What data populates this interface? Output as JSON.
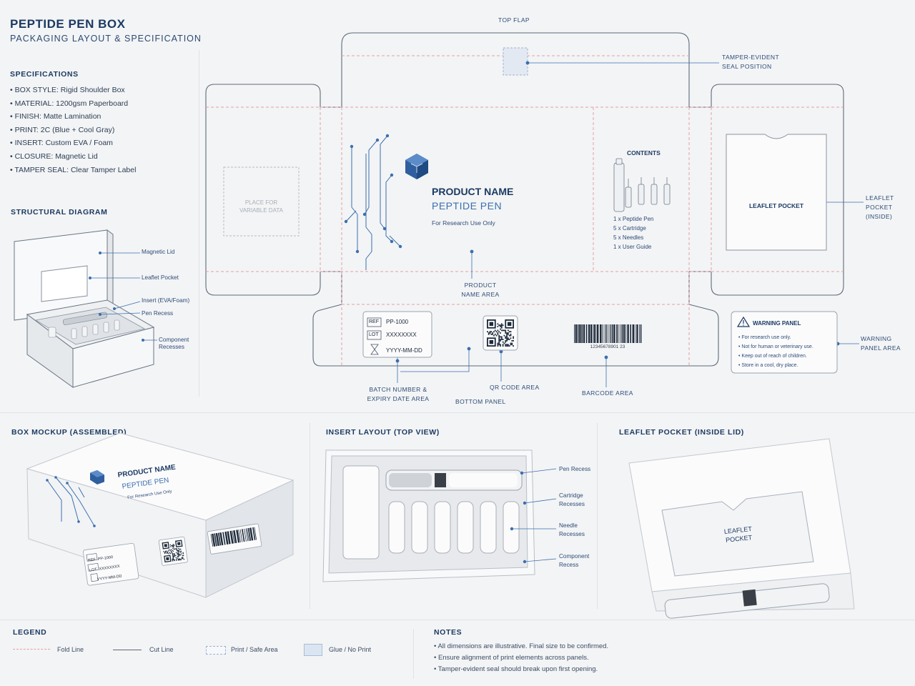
{
  "header": {
    "title": "PEPTIDE PEN BOX",
    "subtitle": "PACKAGING LAYOUT & SPECIFICATION"
  },
  "specifications": {
    "heading": "SPECIFICATIONS",
    "items": [
      "• BOX STYLE: Rigid Shoulder Box",
      "• MATERIAL: 1200gsm Paperboard",
      "• FINISH: Matte Lamination",
      "• PRINT: 2C (Blue + Cool Gray)",
      "• INSERT: Custom EVA / Foam",
      "• CLOSURE: Magnetic Lid",
      "• TAMPER SEAL: Clear Tamper Label"
    ]
  },
  "structural": {
    "heading": "STRUCTURAL DIAGRAM",
    "labels": [
      "Magnetic Lid",
      "Leaflet Pocket",
      "Insert (EVA/Foam)",
      "Pen Recess",
      "Component",
      "Recesses"
    ]
  },
  "dieline": {
    "top_flap": "TOP FLAP",
    "tamper": [
      "TAMPER-EVIDENT",
      "SEAL POSITION"
    ],
    "variable": [
      "PLACE FOR",
      "VARIABLE DATA"
    ],
    "product_name": "PRODUCT NAME",
    "product_sub": "PEPTIDE PEN",
    "research": "For Research Use Only",
    "product_area": [
      "PRODUCT",
      "NAME AREA"
    ],
    "contents_heading": "CONTENTS",
    "contents": [
      "1 x Peptide Pen",
      "5 x Cartridge",
      "5 x Needles",
      "1 x User Guide"
    ],
    "leaflet_pocket": "LEAFLET POCKET",
    "leaflet_inside": [
      "LEAFLET",
      "POCKET",
      "(INSIDE)"
    ],
    "ref_tag": "REF",
    "ref_value": "PP-1000",
    "lot_tag": "LOT",
    "lot_value": "XXXXXXXX",
    "expiry_value": "YYYY-MM-DD",
    "barcode_number": "12345678901 23",
    "batch_area": [
      "BATCH NUMBER &",
      "EXPIRY DATE AREA"
    ],
    "qr_area": "QR CODE AREA",
    "barcode_area": "BARCODE AREA",
    "bottom_panel": "BOTTOM PANEL",
    "warning_heading": "WARNING PANEL",
    "warnings": [
      "• For research use only.",
      "• Not for human or veterinary use.",
      "• Keep out of reach of children.",
      "• Store in a cool, dry place."
    ],
    "warning_area": [
      "WARNING",
      "PANEL AREA"
    ]
  },
  "mockup": {
    "heading": "BOX MOCKUP (ASSEMBLED)",
    "product_name": "PRODUCT NAME",
    "product_sub": "PEPTIDE PEN",
    "research": "For Research Use Only",
    "ref_tag": "REF",
    "ref_value": "PP-1000",
    "lot_tag": "LOT",
    "lot_value": "XXXXXXXX",
    "expiry_value": "YYYY-MM-DD"
  },
  "insert": {
    "heading": "INSERT LAYOUT (TOP VIEW)",
    "labels": {
      "pen": "Pen Recess",
      "cart1": "Cartridge",
      "cart2": "Recesses",
      "needle1": "Needle",
      "needle2": "Recesses",
      "comp1": "Component",
      "comp2": "Recess"
    }
  },
  "leaflet": {
    "heading": "LEAFLET POCKET (INSIDE LID)",
    "text": [
      "LEAFLET",
      "POCKET"
    ]
  },
  "legend": {
    "heading": "LEGEND",
    "fold": "Fold Line",
    "cut": "Cut Line",
    "print": "Print / Safe Area",
    "glue": "Glue / No Print"
  },
  "notes": {
    "heading": "NOTES",
    "items": [
      "• All dimensions are illustrative. Final size to be confirmed.",
      "• Ensure alignment of print elements across panels.",
      "• Tamper-evident seal should break upon first opening."
    ]
  },
  "colors": {
    "navy": "#1c3a63",
    "accent": "#3a6fb0",
    "fold": "#e3a0a8",
    "cut": "#5e6a7a"
  }
}
